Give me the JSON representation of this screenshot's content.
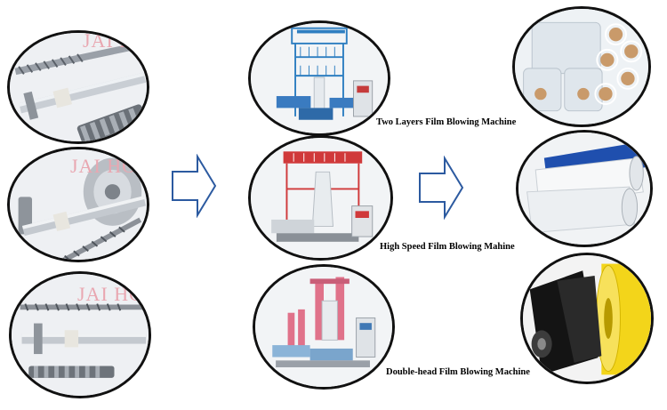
{
  "watermark": {
    "text": "JAI HO"
  },
  "machines": [
    {
      "caption": "Two Layers Film Blowing Machine"
    },
    {
      "caption": "High Speed Film Blowing Mahine"
    },
    {
      "caption": "Double-head Film Blowing Machine"
    }
  ],
  "colors": {
    "outline": "#111111",
    "machine_blue": "#2f7fc1",
    "machine_red": "#d0393a",
    "product_blue": "#1f4fae",
    "product_yellow": "#f3d51a",
    "watermark_pink": "#e9a7b1"
  }
}
